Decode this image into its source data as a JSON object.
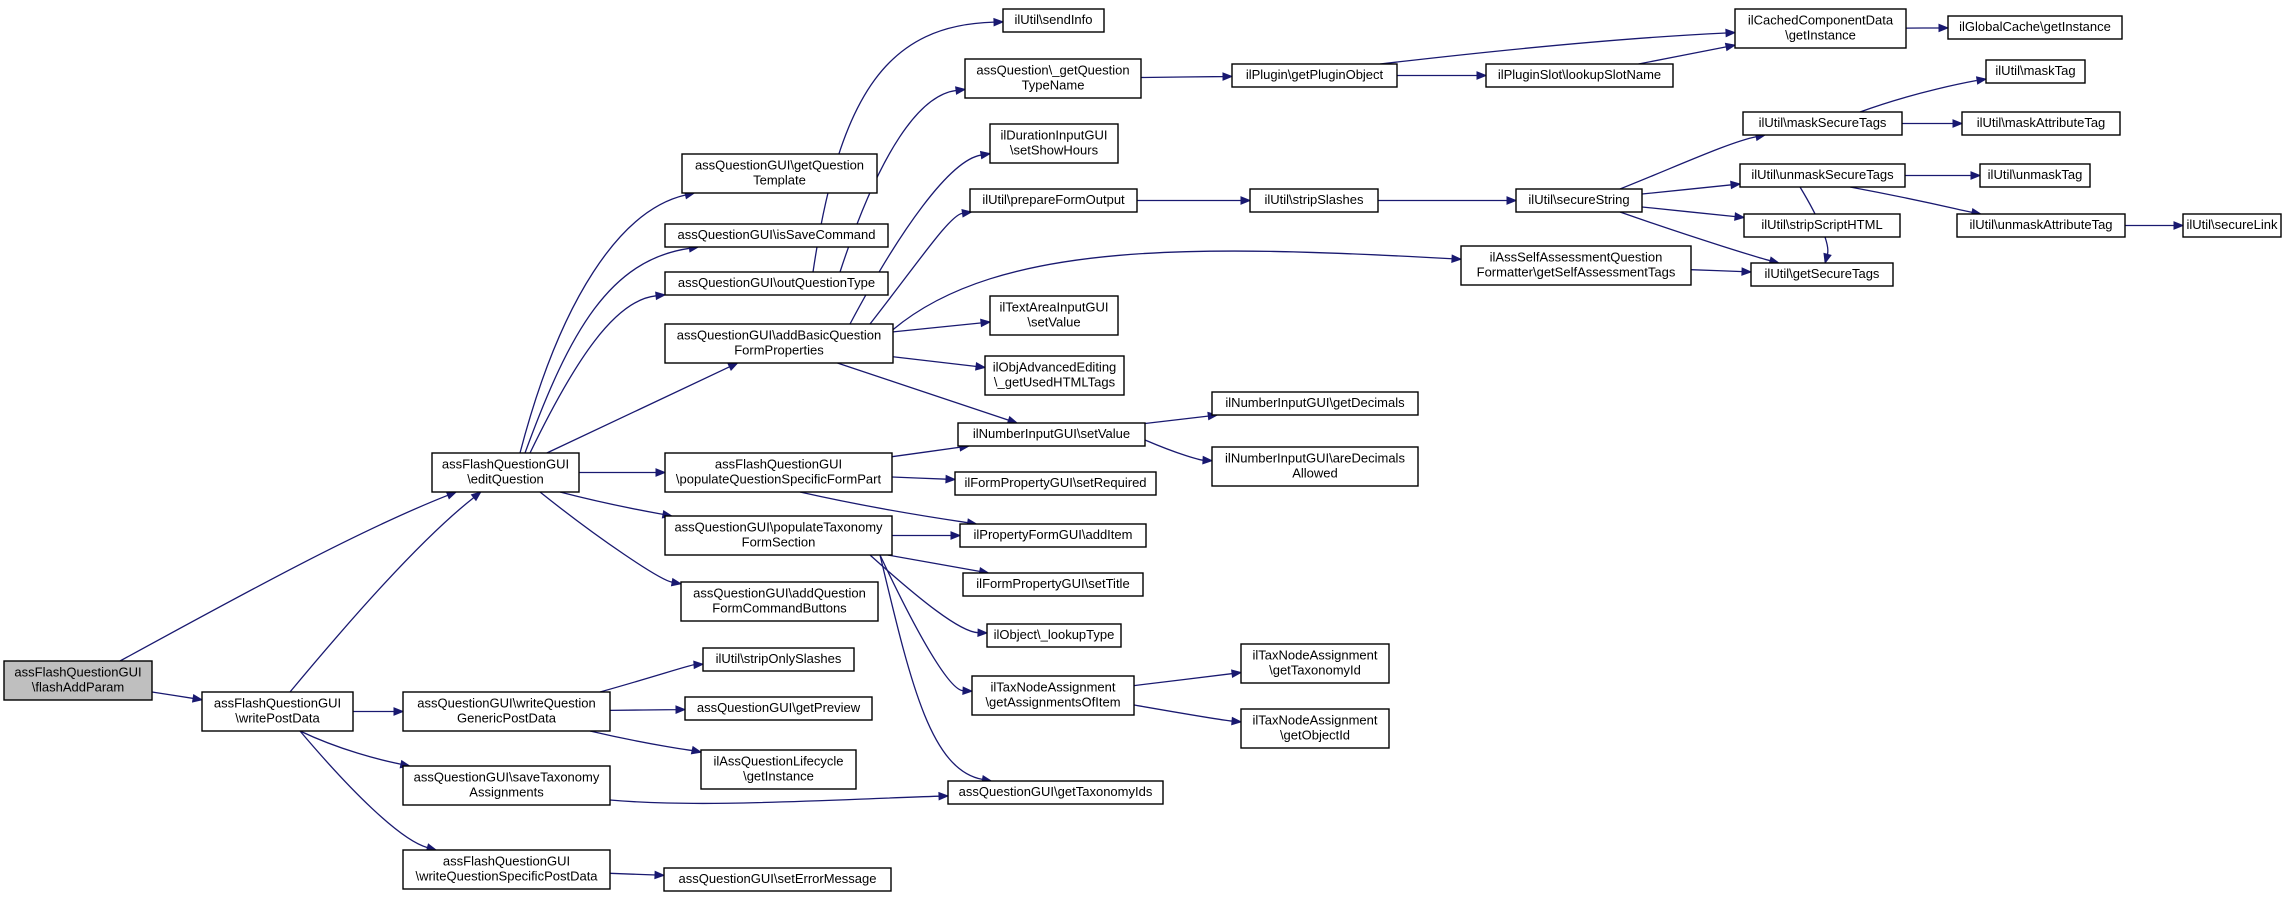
{
  "diagram": {
    "type": "call-graph",
    "edge_color": "#191970",
    "node_fill": "#ffffff",
    "root_fill": "#bfbfbf",
    "nodes": [
      {
        "id": "root",
        "lines": [
          "assFlashQuestionGUI",
          "\\flashAddParam"
        ],
        "root": true
      },
      {
        "id": "editQuestion",
        "lines": [
          "assFlashQuestionGUI",
          "\\editQuestion"
        ]
      },
      {
        "id": "writePostData",
        "lines": [
          "assFlashQuestionGUI",
          "\\writePostData"
        ]
      },
      {
        "id": "getQuestionTemplate",
        "lines": [
          "assQuestionGUI\\getQuestion",
          "Template"
        ]
      },
      {
        "id": "isSaveCommand",
        "lines": [
          "assQuestionGUI\\isSaveCommand"
        ]
      },
      {
        "id": "outQuestionType",
        "lines": [
          "assQuestionGUI\\outQuestionType"
        ]
      },
      {
        "id": "addBasicQuestionFormProperties",
        "lines": [
          "assQuestionGUI\\addBasicQuestion",
          "FormProperties"
        ]
      },
      {
        "id": "populateQuestionSpecificFormPart",
        "lines": [
          "assFlashQuestionGUI",
          "\\populateQuestionSpecificFormPart"
        ]
      },
      {
        "id": "populateTaxonomyFormSection",
        "lines": [
          "assQuestionGUI\\populateTaxonomy",
          "FormSection"
        ]
      },
      {
        "id": "addQuestionFormCommandButtons",
        "lines": [
          "assQuestionGUI\\addQuestion",
          "FormCommandButtons"
        ]
      },
      {
        "id": "writeQuestionGenericPostData",
        "lines": [
          "assQuestionGUI\\writeQuestion",
          "GenericPostData"
        ]
      },
      {
        "id": "saveTaxonomyAssignments",
        "lines": [
          "assQuestionGUI\\saveTaxonomy",
          "Assignments"
        ]
      },
      {
        "id": "writeQuestionSpecificPostData",
        "lines": [
          "assFlashQuestionGUI",
          "\\writeQuestionSpecificPostData"
        ]
      },
      {
        "id": "sendInfo",
        "lines": [
          "ilUtil\\sendInfo"
        ]
      },
      {
        "id": "getQuestionTypeName",
        "lines": [
          "assQuestion\\_getQuestion",
          "TypeName"
        ]
      },
      {
        "id": "setShowHours",
        "lines": [
          "ilDurationInputGUI",
          "\\setShowHours"
        ]
      },
      {
        "id": "prepareFormOutput",
        "lines": [
          "ilUtil\\prepareFormOutput"
        ]
      },
      {
        "id": "taSetValue",
        "lines": [
          "ilTextAreaInputGUI",
          "\\setValue"
        ]
      },
      {
        "id": "getUsedHTMLTags",
        "lines": [
          "ilObjAdvancedEditing",
          "\\_getUsedHTMLTags"
        ]
      },
      {
        "id": "niSetValue",
        "lines": [
          "ilNumberInputGUI\\setValue"
        ]
      },
      {
        "id": "setRequired",
        "lines": [
          "ilFormPropertyGUI\\setRequired"
        ]
      },
      {
        "id": "addItem",
        "lines": [
          "ilPropertyFormGUI\\addItem"
        ]
      },
      {
        "id": "setTitle",
        "lines": [
          "ilFormPropertyGUI\\setTitle"
        ]
      },
      {
        "id": "lookupType",
        "lines": [
          "ilObject\\_lookupType"
        ]
      },
      {
        "id": "getAssignmentsOfItem",
        "lines": [
          "ilTaxNodeAssignment",
          "\\getAssignmentsOfItem"
        ]
      },
      {
        "id": "stripOnlySlashes",
        "lines": [
          "ilUtil\\stripOnlySlashes"
        ]
      },
      {
        "id": "getPreview",
        "lines": [
          "assQuestionGUI\\getPreview"
        ]
      },
      {
        "id": "lifecycleGetInstance",
        "lines": [
          "ilAssQuestionLifecycle",
          "\\getInstance"
        ]
      },
      {
        "id": "getTaxonomyIds",
        "lines": [
          "assQuestionGUI\\getTaxonomyIds"
        ]
      },
      {
        "id": "setErrorMessage",
        "lines": [
          "assQuestionGUI\\setErrorMessage"
        ]
      },
      {
        "id": "getPluginObject",
        "lines": [
          "ilPlugin\\getPluginObject"
        ]
      },
      {
        "id": "lookupSlotName",
        "lines": [
          "ilPluginSlot\\lookupSlotName"
        ]
      },
      {
        "id": "cachedGetInstance",
        "lines": [
          "ilCachedComponentData",
          "\\getInstance"
        ]
      },
      {
        "id": "globalCacheGetInstance",
        "lines": [
          "ilGlobalCache\\getInstance"
        ]
      },
      {
        "id": "stripSlashes",
        "lines": [
          "ilUtil\\stripSlashes"
        ]
      },
      {
        "id": "secureString",
        "lines": [
          "ilUtil\\secureString"
        ]
      },
      {
        "id": "getSelfAssessmentTags",
        "lines": [
          "ilAssSelfAssessmentQuestion",
          "Formatter\\getSelfAssessmentTags"
        ]
      },
      {
        "id": "getDecimals",
        "lines": [
          "ilNumberInputGUI\\getDecimals"
        ]
      },
      {
        "id": "areDecimalsAllowed",
        "lines": [
          "ilNumberInputGUI\\areDecimals",
          "Allowed"
        ]
      },
      {
        "id": "getTaxonomyId",
        "lines": [
          "ilTaxNodeAssignment",
          "\\getTaxonomyId"
        ]
      },
      {
        "id": "getObjectId",
        "lines": [
          "ilTaxNodeAssignment",
          "\\getObjectId"
        ]
      },
      {
        "id": "maskSecureTags",
        "lines": [
          "ilUtil\\maskSecureTags"
        ]
      },
      {
        "id": "unmaskSecureTags",
        "lines": [
          "ilUtil\\unmaskSecureTags"
        ]
      },
      {
        "id": "stripScriptHTML",
        "lines": [
          "ilUtil\\stripScriptHTML"
        ]
      },
      {
        "id": "getSecureTags",
        "lines": [
          "ilUtil\\getSecureTags"
        ]
      },
      {
        "id": "maskTag",
        "lines": [
          "ilUtil\\maskTag"
        ]
      },
      {
        "id": "maskAttributeTag",
        "lines": [
          "ilUtil\\maskAttributeTag"
        ]
      },
      {
        "id": "unmaskTag",
        "lines": [
          "ilUtil\\unmaskTag"
        ]
      },
      {
        "id": "unmaskAttributeTag",
        "lines": [
          "ilUtil\\unmaskAttributeTag"
        ]
      },
      {
        "id": "secureLink",
        "lines": [
          "ilUtil\\secureLink"
        ]
      }
    ],
    "edges": [
      [
        "root",
        "editQuestion"
      ],
      [
        "root",
        "writePostData"
      ],
      [
        "writePostData",
        "editQuestion"
      ],
      [
        "editQuestion",
        "getQuestionTemplate"
      ],
      [
        "editQuestion",
        "isSaveCommand"
      ],
      [
        "editQuestion",
        "outQuestionType"
      ],
      [
        "editQuestion",
        "addBasicQuestionFormProperties"
      ],
      [
        "editQuestion",
        "populateQuestionSpecificFormPart"
      ],
      [
        "editQuestion",
        "populateTaxonomyFormSection"
      ],
      [
        "editQuestion",
        "addQuestionFormCommandButtons"
      ],
      [
        "writePostData",
        "writeQuestionGenericPostData"
      ],
      [
        "writePostData",
        "saveTaxonomyAssignments"
      ],
      [
        "writePostData",
        "writeQuestionSpecificPostData"
      ],
      [
        "outQuestionType",
        "sendInfo"
      ],
      [
        "outQuestionType",
        "getQuestionTypeName"
      ],
      [
        "addBasicQuestionFormProperties",
        "setShowHours"
      ],
      [
        "addBasicQuestionFormProperties",
        "prepareFormOutput"
      ],
      [
        "addBasicQuestionFormProperties",
        "getSelfAssessmentTags"
      ],
      [
        "addBasicQuestionFormProperties",
        "taSetValue"
      ],
      [
        "addBasicQuestionFormProperties",
        "getUsedHTMLTags"
      ],
      [
        "addBasicQuestionFormProperties",
        "niSetValue"
      ],
      [
        "populateQuestionSpecificFormPart",
        "niSetValue"
      ],
      [
        "populateQuestionSpecificFormPart",
        "setRequired"
      ],
      [
        "populateQuestionSpecificFormPart",
        "addItem"
      ],
      [
        "populateTaxonomyFormSection",
        "addItem"
      ],
      [
        "populateTaxonomyFormSection",
        "setTitle"
      ],
      [
        "populateTaxonomyFormSection",
        "lookupType"
      ],
      [
        "populateTaxonomyFormSection",
        "getAssignmentsOfItem"
      ],
      [
        "populateTaxonomyFormSection",
        "getTaxonomyIds"
      ],
      [
        "writeQuestionGenericPostData",
        "stripOnlySlashes"
      ],
      [
        "writeQuestionGenericPostData",
        "getPreview"
      ],
      [
        "writeQuestionGenericPostData",
        "lifecycleGetInstance"
      ],
      [
        "saveTaxonomyAssignments",
        "getTaxonomyIds"
      ],
      [
        "writeQuestionSpecificPostData",
        "setErrorMessage"
      ],
      [
        "getQuestionTypeName",
        "getPluginObject"
      ],
      [
        "getPluginObject",
        "cachedGetInstance"
      ],
      [
        "getPluginObject",
        "lookupSlotName"
      ],
      [
        "lookupSlotName",
        "cachedGetInstance"
      ],
      [
        "cachedGetInstance",
        "globalCacheGetInstance"
      ],
      [
        "prepareFormOutput",
        "stripSlashes"
      ],
      [
        "stripSlashes",
        "secureString"
      ],
      [
        "secureString",
        "maskSecureTags"
      ],
      [
        "secureString",
        "unmaskSecureTags"
      ],
      [
        "secureString",
        "stripScriptHTML"
      ],
      [
        "secureString",
        "getSecureTags"
      ],
      [
        "maskSecureTags",
        "maskTag"
      ],
      [
        "maskSecureTags",
        "maskAttributeTag"
      ],
      [
        "unmaskSecureTags",
        "unmaskTag"
      ],
      [
        "unmaskSecureTags",
        "unmaskAttributeTag"
      ],
      [
        "unmaskSecureTags",
        "getSecureTags"
      ],
      [
        "unmaskAttributeTag",
        "secureLink"
      ],
      [
        "getSelfAssessmentTags",
        "getSecureTags"
      ],
      [
        "niSetValue",
        "getDecimals"
      ],
      [
        "niSetValue",
        "areDecimalsAllowed"
      ],
      [
        "getAssignmentsOfItem",
        "getTaxonomyId"
      ],
      [
        "getAssignmentsOfItem",
        "getObjectId"
      ]
    ]
  }
}
